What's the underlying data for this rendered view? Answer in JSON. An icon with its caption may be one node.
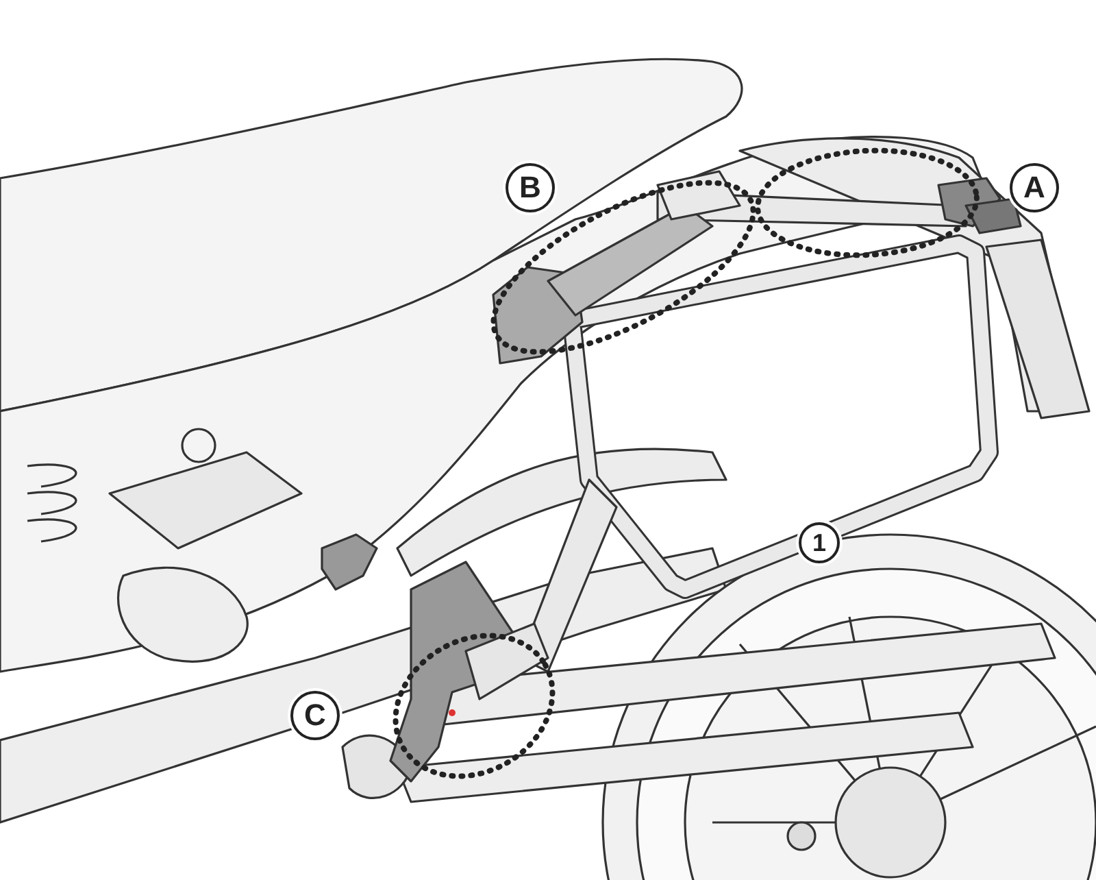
{
  "diagram": {
    "labels": [
      "B",
      "A",
      "1",
      "C"
    ]
  }
}
